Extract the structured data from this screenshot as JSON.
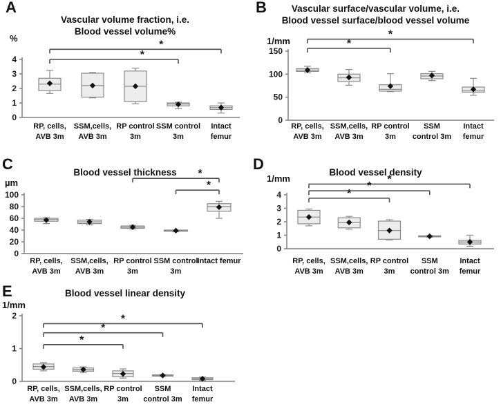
{
  "colors": {
    "box_fill": "#ececec",
    "box_stroke": "#8a8a8a",
    "whisker": "#8a8a8a",
    "median": "#8a8a8a",
    "mean": "#111111",
    "axis": "#7f7f7f",
    "bracket": "#4d4d4d",
    "text": "#1a1a1a",
    "background": "#ffffff"
  },
  "chart_data": [
    {
      "panel": "A",
      "type": "box",
      "title_lines": [
        "Vascular volume fraction, i.e.",
        "Blood vessel volume%"
      ],
      "ylabel": "%",
      "ylim": [
        0,
        4
      ],
      "yticks": [
        4,
        3,
        2,
        1,
        0
      ],
      "categories": [
        [
          "RP, cells,",
          "AVB 3m"
        ],
        [
          "SSM,cells,",
          "AVB 3m"
        ],
        [
          "RP control",
          "3m"
        ],
        [
          "SSM control",
          "3m"
        ],
        [
          "Intact",
          "femur"
        ]
      ],
      "boxes": [
        {
          "low": 1.65,
          "q1": 1.85,
          "median": 2.3,
          "q3": 2.7,
          "high": 3.25,
          "mean": 2.35
        },
        {
          "low": 1.35,
          "q1": 1.4,
          "median": 2.2,
          "q3": 3.05,
          "high": 3.1,
          "mean": 2.2
        },
        {
          "low": 0.95,
          "q1": 1.1,
          "median": 2.15,
          "q3": 3.2,
          "high": 3.4,
          "mean": 2.15
        },
        {
          "low": 0.6,
          "q1": 0.8,
          "median": 0.93,
          "q3": 1.0,
          "high": 1.05,
          "mean": 0.9
        },
        {
          "low": 0.3,
          "q1": 0.55,
          "median": 0.68,
          "q3": 0.8,
          "high": 1.0,
          "mean": 0.68
        }
      ],
      "significance": [
        {
          "from": 0,
          "to": 4,
          "y": 4.7,
          "label": "*",
          "star_pos": 0.65
        },
        {
          "from": 0,
          "to": 3,
          "y": 4.0,
          "label": "*",
          "star_pos": 0.72
        }
      ]
    },
    {
      "panel": "B",
      "type": "box",
      "title_lines": [
        "Vascular surface/vascular volume, i.e.",
        "Blood vessel surface/blood vessel volume"
      ],
      "ylabel": "1/mm",
      "ylim": [
        0,
        150
      ],
      "yticks": [
        150,
        100,
        50,
        0
      ],
      "categories": [
        [
          "RP, cells,",
          "AVB 3m"
        ],
        [
          "SSM,cells,",
          "AVB 3m"
        ],
        [
          "RP control",
          "3m"
        ],
        [
          "SSM",
          "control 3m"
        ],
        [
          "Intact",
          "femur"
        ]
      ],
      "boxes": [
        {
          "low": 103,
          "q1": 106,
          "median": 109,
          "q3": 112,
          "high": 117,
          "mean": 109
        },
        {
          "low": 76,
          "q1": 84,
          "median": 92,
          "q3": 100,
          "high": 110,
          "mean": 93
        },
        {
          "low": 62,
          "q1": 63,
          "median": 67,
          "q3": 77,
          "high": 101,
          "mean": 74
        },
        {
          "low": 86,
          "q1": 90,
          "median": 96,
          "q3": 101,
          "high": 106,
          "mean": 97
        },
        {
          "low": 54,
          "q1": 61,
          "median": 65,
          "q3": 72,
          "high": 91,
          "mean": 67
        }
      ],
      "significance": [
        {
          "from": 0,
          "to": 4,
          "y": 176,
          "label": "*",
          "star_pos": 0.5
        },
        {
          "from": 0,
          "to": 2,
          "y": 156,
          "label": "*",
          "star_pos": 0.5
        }
      ]
    },
    {
      "panel": "C",
      "type": "box",
      "title_lines": [
        "Blood vessel thickness"
      ],
      "ylabel": "µm",
      "ylim": [
        0,
        100
      ],
      "yticks": [
        100,
        80,
        60,
        40,
        20,
        0
      ],
      "categories": [
        [
          "RP, cells,",
          "AVB 3m"
        ],
        [
          "SSM,cells,",
          "AVB 3m"
        ],
        [
          "RP control",
          "3m"
        ],
        [
          "SSM control",
          "3m"
        ],
        [
          "Intact femur"
        ]
      ],
      "boxes": [
        {
          "low": 51,
          "q1": 55,
          "median": 58,
          "q3": 60,
          "high": 61,
          "mean": 57
        },
        {
          "low": 49,
          "q1": 51,
          "median": 54,
          "q3": 57,
          "high": 58,
          "mean": 54
        },
        {
          "low": 42,
          "q1": 43,
          "median": 45,
          "q3": 47,
          "high": 48,
          "mean": 45
        },
        {
          "low": 37,
          "q1": 38,
          "median": 39,
          "q3": 40,
          "high": 40,
          "mean": 39
        },
        {
          "low": 60,
          "q1": 72,
          "median": 80,
          "q3": 85,
          "high": 89,
          "mean": 79
        }
      ],
      "significance": [
        {
          "from": 2,
          "to": 4,
          "y": 128,
          "label": "*",
          "star_pos": 0.78
        },
        {
          "from": 3,
          "to": 4,
          "y": 108,
          "label": "*",
          "star_pos": 0.76
        }
      ]
    },
    {
      "panel": "D",
      "type": "box",
      "title_lines": [
        "Blood vessel density"
      ],
      "ylabel": "1/mm",
      "ylim": [
        0,
        4
      ],
      "yticks": [
        4,
        3,
        2,
        1,
        0
      ],
      "categories": [
        [
          "RP, cells,",
          "AVB 3m"
        ],
        [
          "SSM,cells,",
          "AVB 3m"
        ],
        [
          "RP control",
          "3m"
        ],
        [
          "SSM",
          "control 3m"
        ],
        [
          "Intact",
          "femur"
        ]
      ],
      "boxes": [
        {
          "low": 1.7,
          "q1": 1.85,
          "median": 2.35,
          "q3": 2.85,
          "high": 2.95,
          "mean": 2.35
        },
        {
          "low": 1.45,
          "q1": 1.55,
          "median": 1.95,
          "q3": 2.3,
          "high": 2.4,
          "mean": 1.95
        },
        {
          "low": 0.65,
          "q1": 0.7,
          "median": 1.35,
          "q3": 2.05,
          "high": 2.15,
          "mean": 1.35
        },
        {
          "low": 0.85,
          "q1": 0.88,
          "median": 0.92,
          "q3": 0.96,
          "high": 0.98,
          "mean": 0.92
        },
        {
          "low": 0.18,
          "q1": 0.35,
          "median": 0.5,
          "q3": 0.62,
          "high": 1.0,
          "mean": 0.5
        }
      ],
      "significance": [
        {
          "from": 0,
          "to": 4,
          "y": 4.8,
          "label": "*",
          "star_pos": 0.5
        },
        {
          "from": 0,
          "to": 3,
          "y": 4.3,
          "label": "*",
          "star_pos": 0.5
        },
        {
          "from": 0,
          "to": 2,
          "y": 3.75,
          "label": "*",
          "star_pos": 0.5
        }
      ]
    },
    {
      "panel": "E",
      "type": "box",
      "title_lines": [
        "Blood vessel linear density"
      ],
      "ylabel": "1/mm",
      "ylim": [
        0,
        2
      ],
      "yticks": [
        2,
        1,
        0
      ],
      "categories": [
        [
          "RP, cells,",
          "AVB 3m"
        ],
        [
          "SSM,cells,",
          "AVB 3m"
        ],
        [
          "RP control",
          "3m"
        ],
        [
          "SSM",
          "control 3m"
        ],
        [
          "Intact",
          "femur"
        ]
      ],
      "boxes": [
        {
          "low": 0.32,
          "q1": 0.37,
          "median": 0.45,
          "q3": 0.53,
          "high": 0.57,
          "mean": 0.44
        },
        {
          "low": 0.27,
          "q1": 0.31,
          "median": 0.36,
          "q3": 0.41,
          "high": 0.44,
          "mean": 0.36
        },
        {
          "low": 0.1,
          "q1": 0.14,
          "median": 0.24,
          "q3": 0.32,
          "high": 0.38,
          "mean": 0.23
        },
        {
          "low": 0.15,
          "q1": 0.16,
          "median": 0.18,
          "q3": 0.2,
          "high": 0.21,
          "mean": 0.18
        },
        {
          "low": 0.03,
          "q1": 0.05,
          "median": 0.08,
          "q3": 0.11,
          "high": 0.13,
          "mean": 0.08
        }
      ],
      "significance": [
        {
          "from": 0,
          "to": 4,
          "y": 1.76,
          "label": "*",
          "star_pos": 0.5
        },
        {
          "from": 0,
          "to": 3,
          "y": 1.48,
          "label": "*",
          "star_pos": 0.5
        },
        {
          "from": 0,
          "to": 2,
          "y": 1.12,
          "label": "*",
          "star_pos": 0.48
        }
      ]
    }
  ]
}
